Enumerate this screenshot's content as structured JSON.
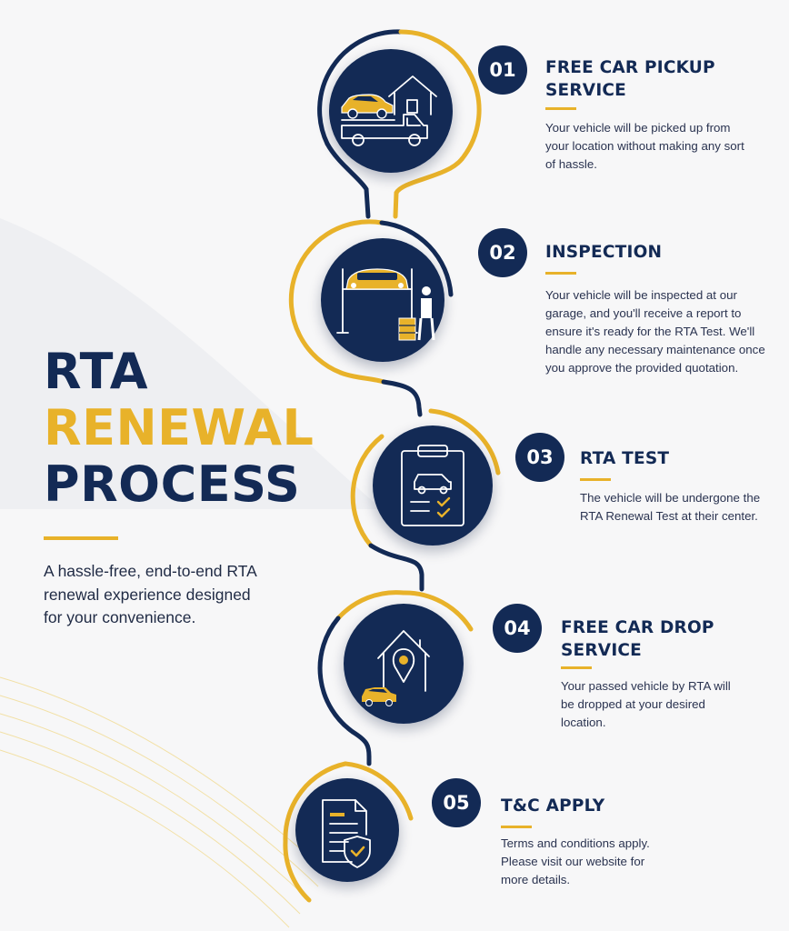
{
  "colors": {
    "navy": "#132a55",
    "gold": "#e8b22a",
    "background": "#f7f7f8",
    "text": "#1f2a44"
  },
  "hero": {
    "line1": "RTA",
    "line2": "RENEWAL",
    "line3": "PROCESS",
    "description": "A hassle-free, end-to-end RTA renewal experience designed for your convenience."
  },
  "steps": [
    {
      "number": "01",
      "title": "FREE CAR PICKUP SERVICE",
      "text": "Your vehicle will be picked up from your location without making any sort of hassle.",
      "icon": "tow-truck-pickup-icon"
    },
    {
      "number": "02",
      "title": "INSPECTION",
      "text": "Your vehicle will be inspected at our garage, and you'll receive a report to ensure it's ready for the RTA Test. We'll handle any necessary maintenance once you approve the provided quotation.",
      "icon": "car-lift-mechanic-icon"
    },
    {
      "number": "03",
      "title": "RTA TEST",
      "text": "The vehicle will be undergone the RTA Renewal Test at their center.",
      "icon": "clipboard-checklist-icon"
    },
    {
      "number": "04",
      "title": "FREE CAR DROP SERVICE",
      "text": "Your passed vehicle by RTA will be dropped at your desired location.",
      "icon": "house-location-car-icon"
    },
    {
      "number": "05",
      "title": "T&C APPLY",
      "text": "Terms and conditions apply. Please visit our website for more details.",
      "icon": "document-shield-icon"
    }
  ]
}
